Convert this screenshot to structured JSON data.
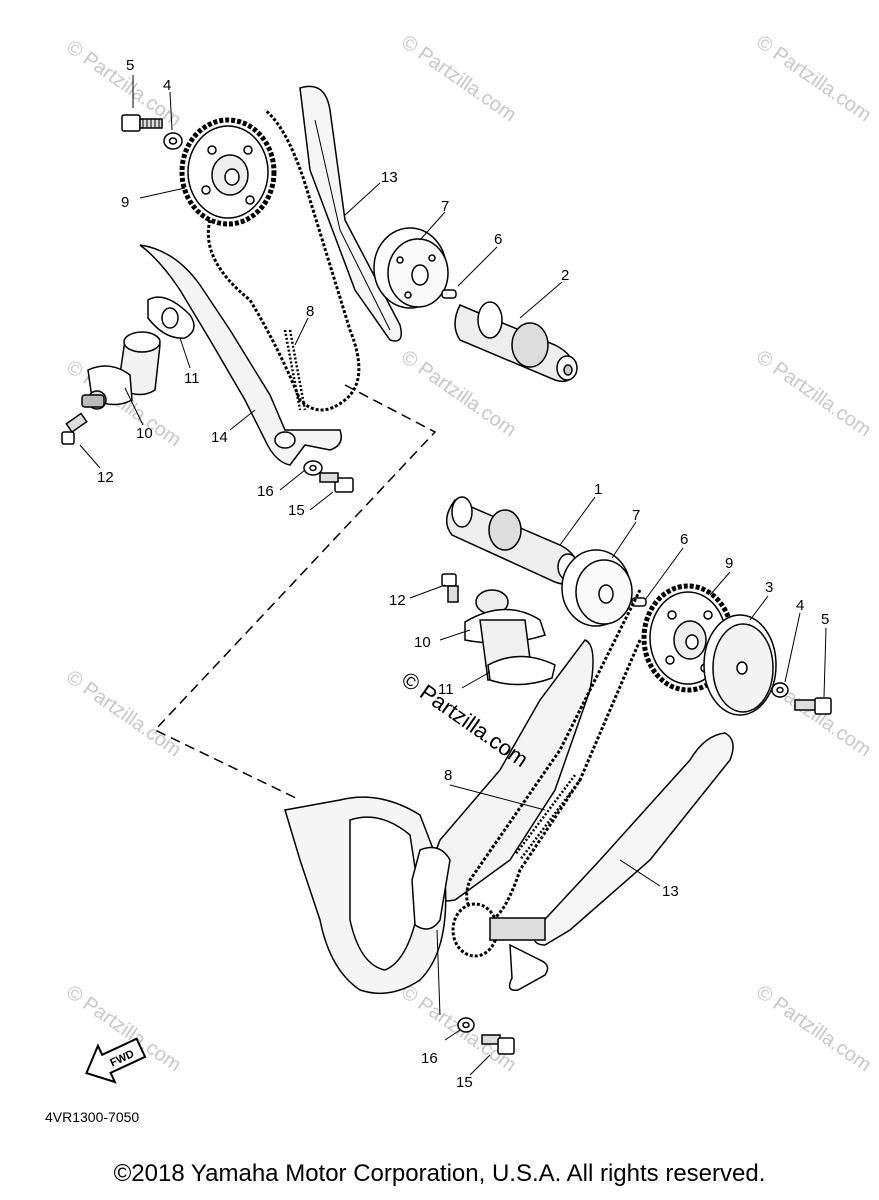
{
  "diagram": {
    "part_code": "4VR1300-7050",
    "copyright": "©2018 Yamaha Motor Corporation, U.S.A. All rights reserved.",
    "center_mark": "© Partzilla.com",
    "watermark": "© Partzilla.com",
    "fwd_label": "FWD",
    "callouts_upper": [
      "5",
      "4",
      "9",
      "13",
      "7",
      "6",
      "2",
      "8",
      "11",
      "10",
      "14",
      "12",
      "16",
      "15"
    ],
    "callouts_lower": [
      "1",
      "7",
      "6",
      "9",
      "3",
      "4",
      "5",
      "12",
      "10",
      "11",
      "8",
      "13",
      "16",
      "15"
    ]
  }
}
